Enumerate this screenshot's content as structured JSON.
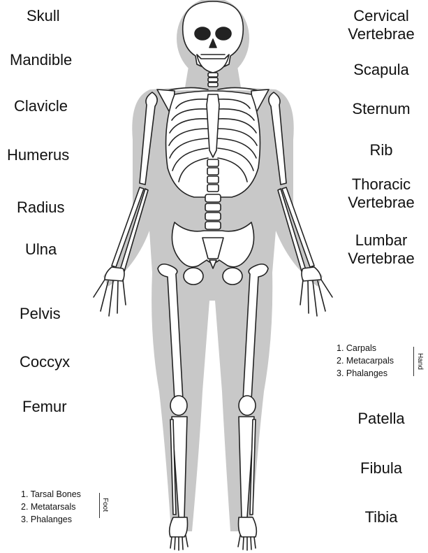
{
  "left_labels": {
    "skull": "Skull",
    "mandible": "Mandible",
    "clavicle": "Clavicle",
    "humerus": "Humerus",
    "radius": "Radius",
    "ulna": "Ulna",
    "pelvis": "Pelvis",
    "coccyx": "Coccyx",
    "femur": "Femur"
  },
  "right_labels": {
    "cervical_vertebrae": "Cervical\nVertebrae",
    "scapula": "Scapula",
    "sternum": "Sternum",
    "rib": "Rib",
    "thoracic_vertebrae": "Thoracic\nVertebrae",
    "lumbar_vertebrae": "Lumbar\nVertebrae",
    "patella": "Patella",
    "fibula": "Fibula",
    "tibia": "Tibia"
  },
  "hand_legend": {
    "group_label": "Hand",
    "items": [
      "1. Carpals",
      "2. Metacarpals",
      "3. Phalanges"
    ]
  },
  "foot_legend": {
    "group_label": "Foot",
    "items": [
      "1. Tarsal Bones",
      "2. Metatarsals",
      "3. Phalanges"
    ]
  },
  "colors": {
    "silhouette": "#c8c8c8",
    "bone_fill": "#ffffff",
    "bone_stroke": "#222222",
    "text": "#111111"
  }
}
